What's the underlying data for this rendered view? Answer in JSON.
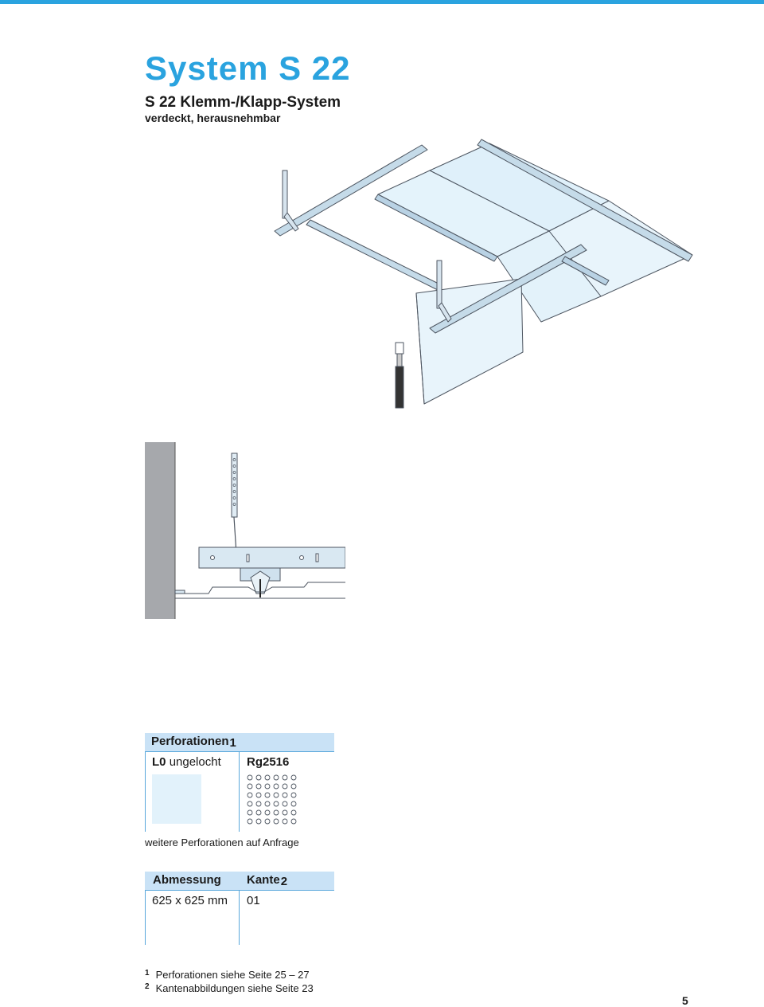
{
  "header": {
    "title": "System S 22",
    "subtitle": "S 22 Klemm-/Klapp-System",
    "subsubtitle": "verdeckt, herausnehmbar"
  },
  "perforations": {
    "header_label": "Perforationen",
    "header_sup": "1",
    "col1_code": "L0",
    "col1_label": "ungelocht",
    "col2_code": "Rg2516",
    "note": "weitere Perforationen auf Anfrage"
  },
  "dimensions": {
    "col1_header": "Abmessung",
    "col2_header": "Kante",
    "col2_sup": "2",
    "col1_value": "625 x 625 mm",
    "col2_value": "01"
  },
  "footnotes": [
    {
      "mark": "1",
      "text": "Perforationen siehe Seite 25 – 27"
    },
    {
      "mark": "2",
      "text": "Kantenabbildungen siehe Seite 23"
    }
  ],
  "page_number": "5",
  "colors": {
    "accent": "#2aa3df",
    "table_header": "#c9e2f6",
    "panel": "#e2f2fb"
  }
}
